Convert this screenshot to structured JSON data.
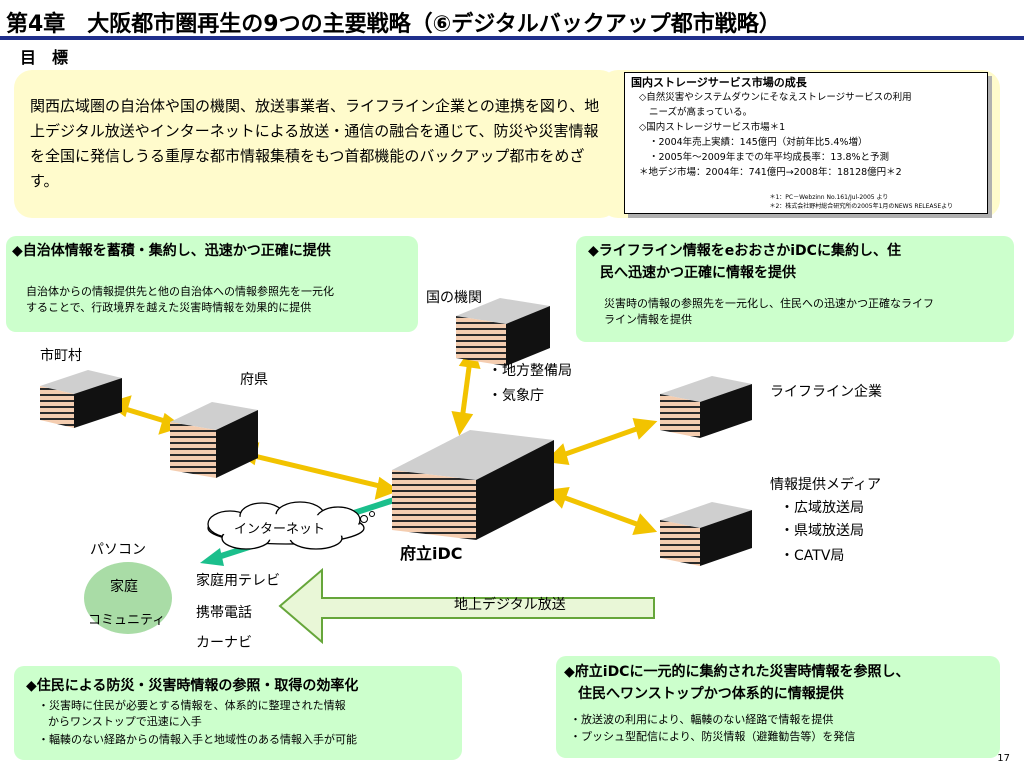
{
  "title": "第4章　大阪都市圏再生の9つの主要戦略（⑥デジタルバックアップ都市戦略）",
  "goal_label": "目　標",
  "goal_text": "関西広域圏の自治体や国の機関、放送事業者、ライフライン企業との連携を図り、地上デジタル放送やインターネットによる放送・通信の融合を通じて、防災や災害情報を全国に発信しうる重厚な都市情報集積をもつ首都機能のバックアップ都市をめざす。",
  "market_box": {
    "title": "国内ストレージサービス市場の成長",
    "line1": "◇自然災害やシステムダウンにそなえストレージサービスの利用",
    "line2": "ニーズが高まっている。",
    "line3": "◇国内ストレージサービス市場＊1",
    "line4": "・2004年売上実績：145億円（対前年比5.4%増）",
    "line5": "・2005年～2009年までの年平均成長率：13.8%と予測",
    "line6": "＊地デジ市場：2004年：741億円→2008年：18128億円＊2",
    "note1": "＊1：PC－Webzinn No.161/Jul-2005 より",
    "note2": "＊2：株式会社野村総合研究所の2005年1月のNEWS RELEASEより"
  },
  "box_local": {
    "heading": "◆自治体情報を蓄積・集約し、迅速かつ正確に提供",
    "text1": "自治体からの情報提供先と他の自治体への情報参照先を一元化",
    "text2": "することで、行政境界を越えた災害時情報を効果的に提供"
  },
  "box_lifeline": {
    "heading1": "◆ライフライン情報をeおおさかiDCに集約し、住",
    "heading2": "民へ迅速かつ正確に情報を提供",
    "text1": "災害時の情報の参照先を一元化し、住民への迅速かつ正確なライフ",
    "text2": "ライン情報を提供"
  },
  "box_residents": {
    "heading": "◆住民による防災・災害時情報の参照・取得の効率化",
    "text1": "・災害時に住民が必要とする情報を、体系的に整理された情報",
    "text2": "からワンストップで迅速に入手",
    "text3": "・輻輳のない経路からの情報入手と地域性のある情報入手が可能"
  },
  "box_idc": {
    "heading1": "◆府立iDCに一元的に集約された災害時情報を参照し、",
    "heading2": "住民へワンストップかつ体系的に情報提供",
    "text1": "・放送波の利用により、輻輳のない経路で情報を提供",
    "text2": "・プッシュ型配信により、防災情報（避難勧告等）を発信"
  },
  "labels": {
    "municipality": "市町村",
    "prefecture": "府県",
    "national": "国の機関",
    "regional_bureau": "・地方整備局",
    "jma": "・気象庁",
    "lifeline_company": "ライフライン企業",
    "media": "情報提供メディア",
    "media1": "・広域放送局",
    "media2": "・県域放送局",
    "media3": "・CATV局",
    "internet": "インターネット",
    "idc": "府立iDC",
    "pc": "パソコン",
    "home1": "家庭",
    "home2": "コミュニティ",
    "tv": "家庭用テレビ",
    "mobile": "携帯電話",
    "carnavi": "カーナビ",
    "digital_broadcast": "地上デジタル放送"
  },
  "page_number": "17",
  "colors": {
    "title_rule": "#1f2f8c",
    "goal_bg": "#fffbcc",
    "green_box": "#ccffcc",
    "arrow_yellow": "#f2c300",
    "arrow_green": "#1bbf8c",
    "broadcast_arrow": "#e9f7d7",
    "home_circle": "#a9dca6"
  }
}
